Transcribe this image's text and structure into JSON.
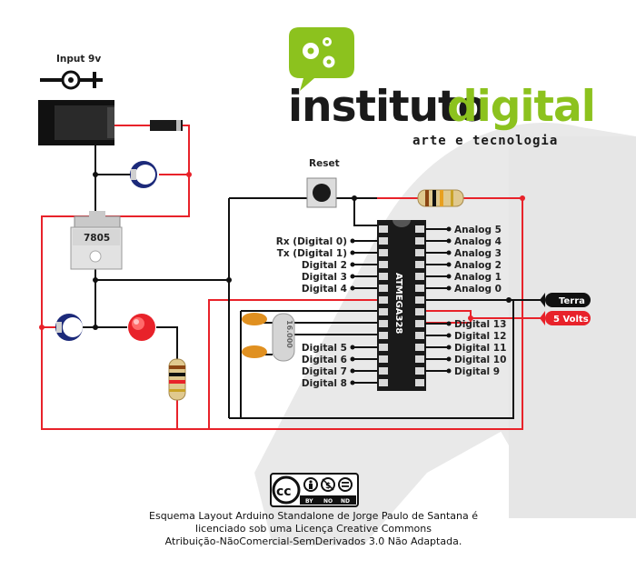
{
  "input_label": "Input 9v",
  "reset_label": "Reset",
  "regulator_label": "7805",
  "chip_label": "ATMEGA328",
  "crystal_label": "16.000",
  "logo": {
    "word1": "instituto",
    "word2": "digital",
    "tagline": "arte e tecnologia"
  },
  "left_pins": [
    "Rx (Digital 0)",
    "Tx (Digital 1)",
    "Digital 2",
    "Digital 3",
    "Digital 4",
    "Digital 5",
    "Digital 6",
    "Digital 7",
    "Digital 8"
  ],
  "right_pins": [
    "Analog 5",
    "Analog 4",
    "Analog 3",
    "Analog 2",
    "Analog 1",
    "Analog 0",
    "Digital 13",
    "Digital 12",
    "Digital 11",
    "Digital 10",
    "Digital 9"
  ],
  "ground_label": "Terra",
  "power_label": "5 Volts",
  "cc_badge": {
    "cc": "cc",
    "by": "BY",
    "nc": "NO",
    "nd": "ND"
  },
  "license": {
    "line1": "Esquema Layout Arduino Standalone de Jorge Paulo de Santana é",
    "line2": "licenciado sob uma Licença Creative Commons",
    "line3": "Atribuição-NãoComercial-SemDerivados 3.0 Não Adaptada."
  },
  "colors": {
    "wire_red": "#e8222a",
    "wire_black": "#111111",
    "brand_green": "#8cc21e",
    "watermark": "#e9e9e9"
  }
}
